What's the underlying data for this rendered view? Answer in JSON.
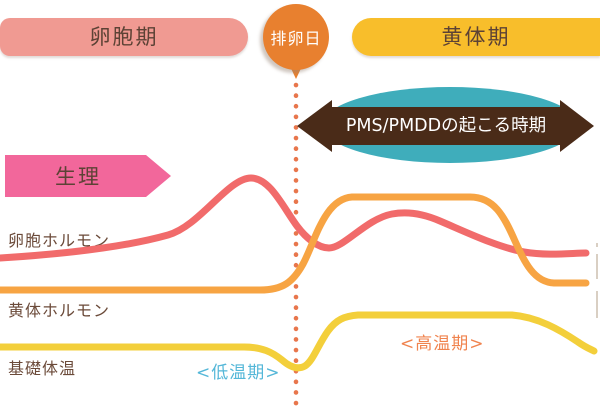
{
  "phase_bar": {
    "follicular_label": "卵胞期",
    "ovulation_label": "排卵日",
    "luteal_label": "黄体期"
  },
  "pms": {
    "label": "PMS/PMDDの起こる時期"
  },
  "menstruation": {
    "label": "生理"
  },
  "curves": {
    "estrogen": {
      "label": "卵胞ホルモン",
      "color": "#F16B6B"
    },
    "progesterone": {
      "label": "黄体ホルモン",
      "color": "#F7A443"
    },
    "bbt": {
      "label": "基礎体温",
      "color": "#F3CF3B"
    }
  },
  "annotations": {
    "low_temp": "<低温期>",
    "high_temp": "<高温期>"
  },
  "colors": {
    "follicular_banner": "#F09A92",
    "ovulation_badge": "#E8802F",
    "luteal_banner": "#F8BE2B",
    "pms_ellipse": "#3FADBB",
    "pms_arrow": "#4A2B18",
    "menstruation_arrow": "#F2679B",
    "dotted_line": "#E8764C",
    "edge_mark": "#D9CFC3",
    "banner_text": "#5C4235",
    "label_text": "#6B4A39",
    "low_temp_text": "#54B7D8",
    "high_temp_text": "#F0834E"
  }
}
